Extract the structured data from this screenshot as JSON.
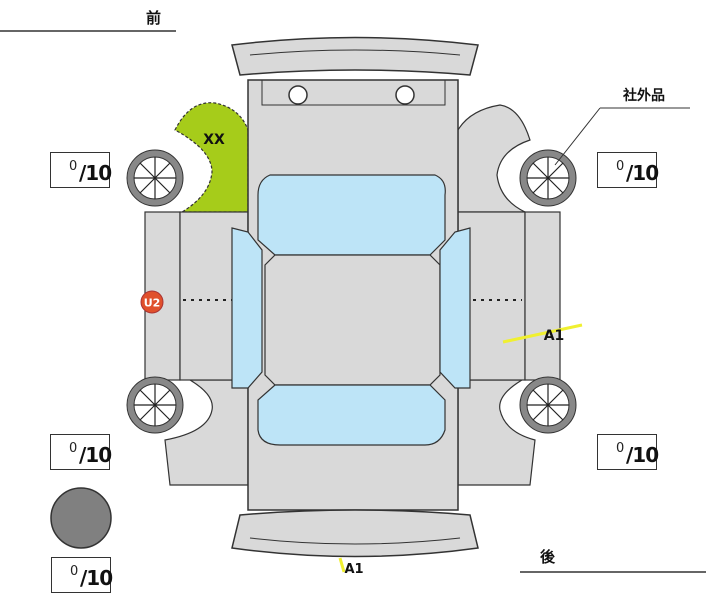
{
  "labels": {
    "front": "前",
    "rear": "後",
    "aftermarket": "社外品"
  },
  "scores": [
    {
      "position": "front-left",
      "value": "0",
      "denom": "/10"
    },
    {
      "position": "front-right",
      "value": "0",
      "denom": "/10"
    },
    {
      "position": "rear-left",
      "value": "0",
      "denom": "/10"
    },
    {
      "position": "rear-right",
      "value": "0",
      "denom": "/10"
    },
    {
      "position": "spare",
      "value": "0",
      "denom": "/10"
    }
  ],
  "marks": {
    "fender": "XX",
    "door_badge": "U2",
    "rear_door": "A1",
    "rear_bumper": "A1"
  },
  "colors": {
    "body": "#d9d9d9",
    "glass": "#bde4f7",
    "highlight": "#a6cc1a",
    "badge": "#e0502c",
    "scratch": "#f0f030",
    "spare": "#808080"
  }
}
